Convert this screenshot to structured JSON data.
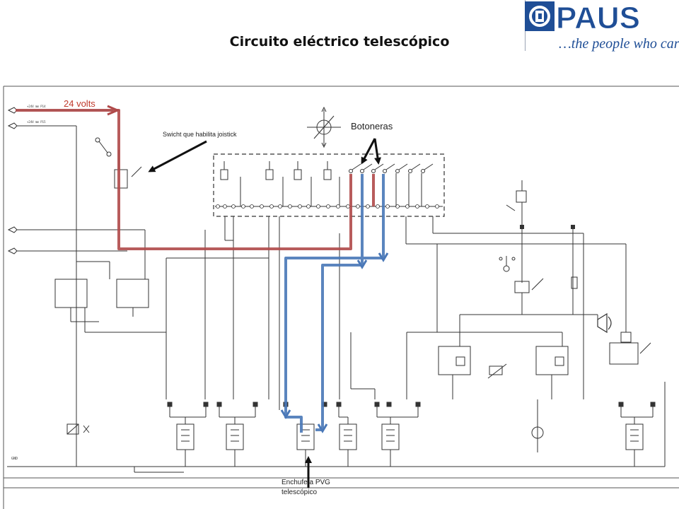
{
  "title": "Circuito eléctrico telescópico",
  "logo": {
    "brand": "PAUS",
    "tagline": "...the people who care",
    "color": "#1f4e96"
  },
  "labels": {
    "volts": "24 volts",
    "botoneras": "Botoneras",
    "switch": "Swicht que habilita joistick",
    "enchufe_line1": "Enchufe a PVG",
    "enchufe_line2": "telescópico"
  },
  "colors": {
    "power_wire": "#b04a4a",
    "signal_wire": "#4a78b8",
    "line": "#333333",
    "arrow": "#111111"
  }
}
